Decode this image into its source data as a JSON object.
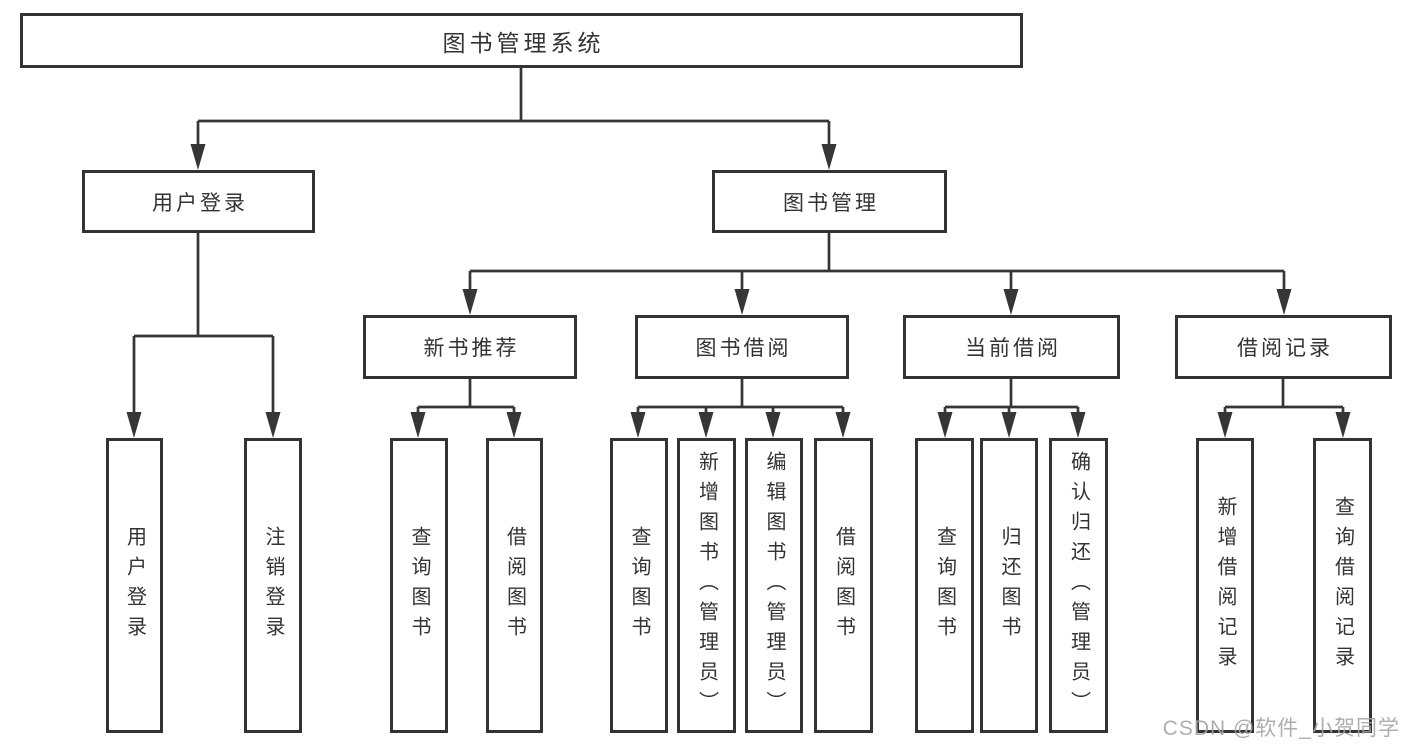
{
  "diagram_title": "图书管理系统",
  "colors": {
    "line": "#363636",
    "box_border": "#333333",
    "text": "#333333",
    "background": "#ffffff",
    "watermark": "#a5a5a5"
  },
  "nodes": {
    "root": {
      "label": "图书管理系统"
    },
    "user_login": {
      "label": "用户登录"
    },
    "book_management": {
      "label": "图书管理"
    },
    "new_book_recommend": {
      "label": "新书推荐"
    },
    "book_borrow": {
      "label": "图书借阅"
    },
    "current_borrow": {
      "label": "当前借阅"
    },
    "borrow_records": {
      "label": "借阅记录"
    },
    "leaf_user_login": {
      "label": "用户登录"
    },
    "leaf_logout": {
      "label": "注销登录"
    },
    "leaf_query_book_1": {
      "label": "查询图书"
    },
    "leaf_borrow_book_1": {
      "label": "借阅图书"
    },
    "leaf_query_book_2": {
      "label": "查询图书"
    },
    "leaf_add_book": {
      "label": "新增图书（管理员）"
    },
    "leaf_edit_book": {
      "label": "编辑图书（管理员）"
    },
    "leaf_borrow_book_2": {
      "label": "借阅图书"
    },
    "leaf_query_book_3": {
      "label": "查询图书"
    },
    "leaf_return_book": {
      "label": "归还图书"
    },
    "leaf_confirm_return": {
      "label": "确认归还（管理员）"
    },
    "leaf_add_borrow_record": {
      "label": "新增借阅记录"
    },
    "leaf_query_borrow_record": {
      "label": "查询借阅记录"
    }
  },
  "watermark": {
    "text": "CSDN @软件_小贺同学"
  }
}
